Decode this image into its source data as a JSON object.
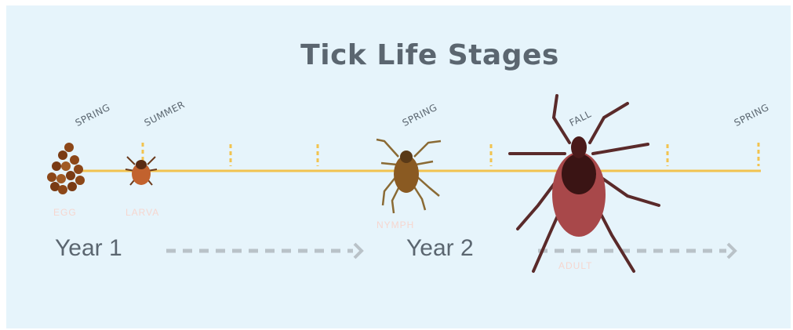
{
  "title": "Tick Life Stages",
  "seasons": [
    "SPRING",
    "SUMMER",
    "SPRING",
    "FALL",
    "SPRING"
  ],
  "years": [
    "Year 1",
    "Year 2"
  ],
  "stages": [
    "EGG",
    "LARVA",
    "NYMPH",
    "ADULT"
  ],
  "colors": {
    "background": "#e6f4fb",
    "timeline": "#f2c34f",
    "text": "#5b6670",
    "arrow": "#b9c2c8"
  }
}
